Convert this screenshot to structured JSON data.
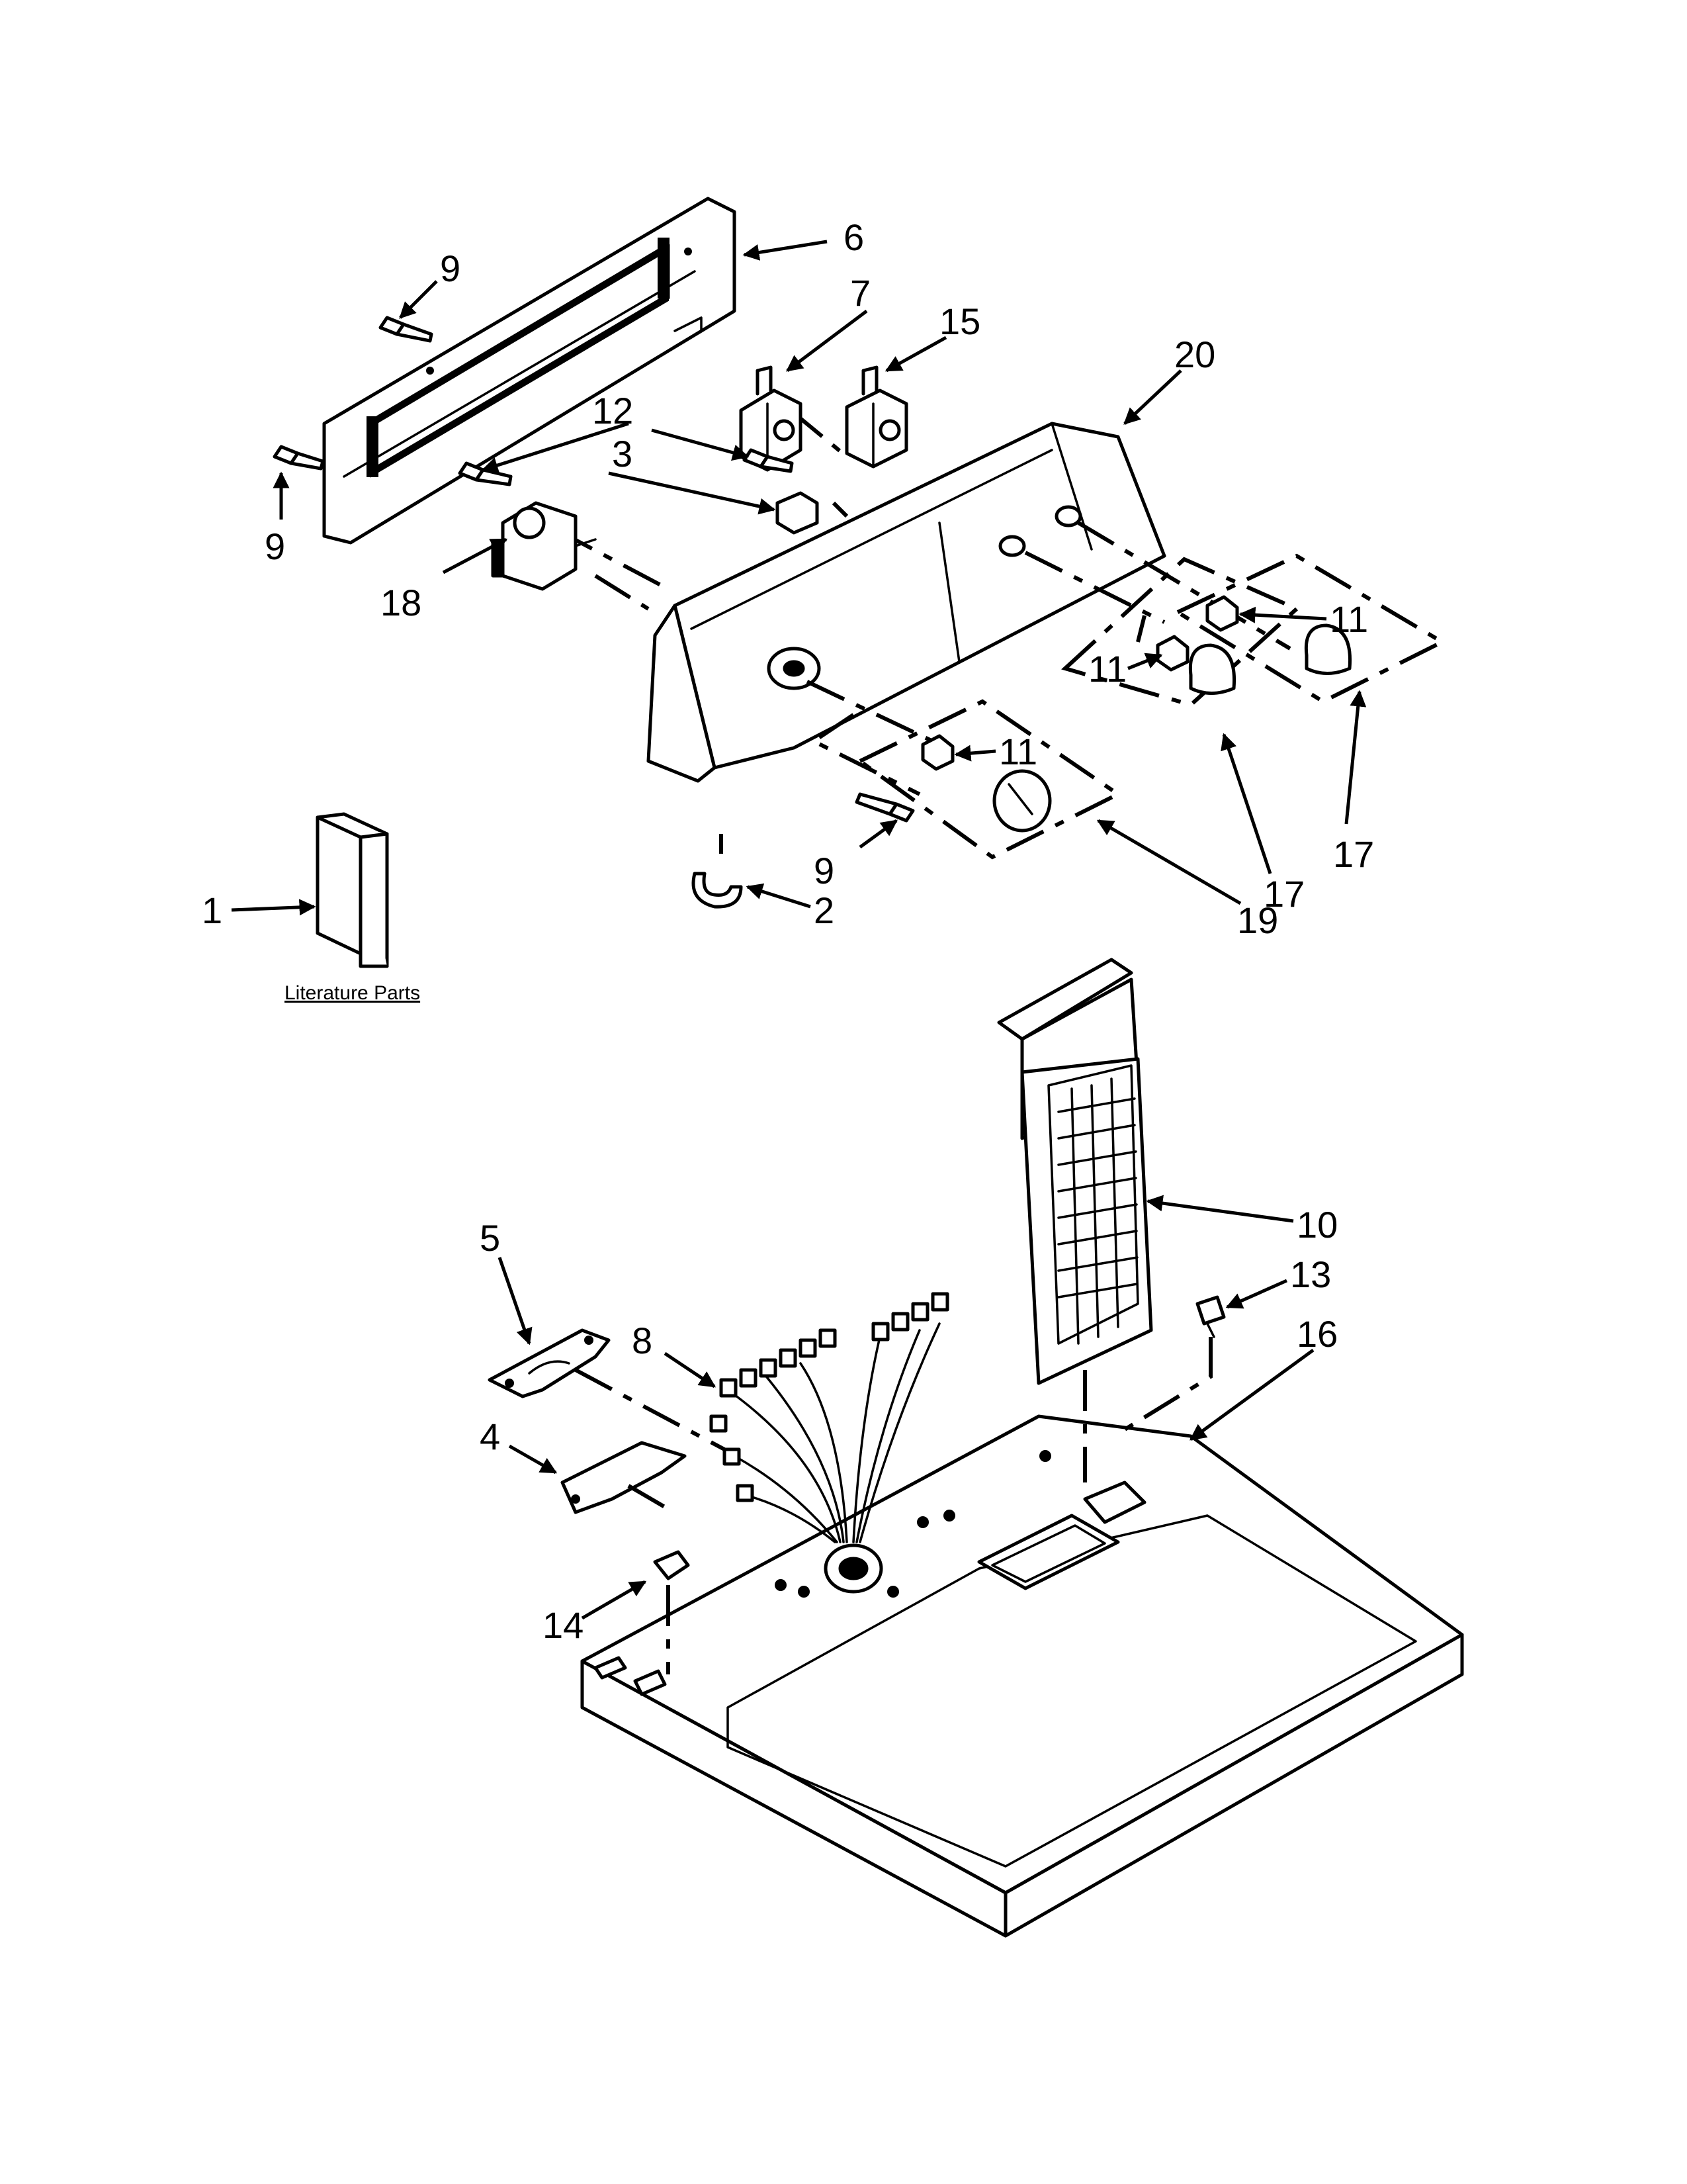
{
  "callouts": {
    "c1": "1",
    "c2": "2",
    "c3": "3",
    "c4": "4",
    "c5": "5",
    "c6": "6",
    "c7": "7",
    "c8": "8",
    "c9a": "9",
    "c9b": "9",
    "c9c": "9",
    "c10": "10",
    "c11a": "11",
    "c11b": "11",
    "c11c": "11",
    "c12": "12",
    "c13": "13",
    "c14": "14",
    "c15": "15",
    "c16": "16",
    "c17a": "17",
    "c17b": "17",
    "c18": "18",
    "c19": "19",
    "c20": "20"
  },
  "literature_label": "Literature Parts",
  "colors": {
    "line": "#000000",
    "background": "#ffffff"
  }
}
